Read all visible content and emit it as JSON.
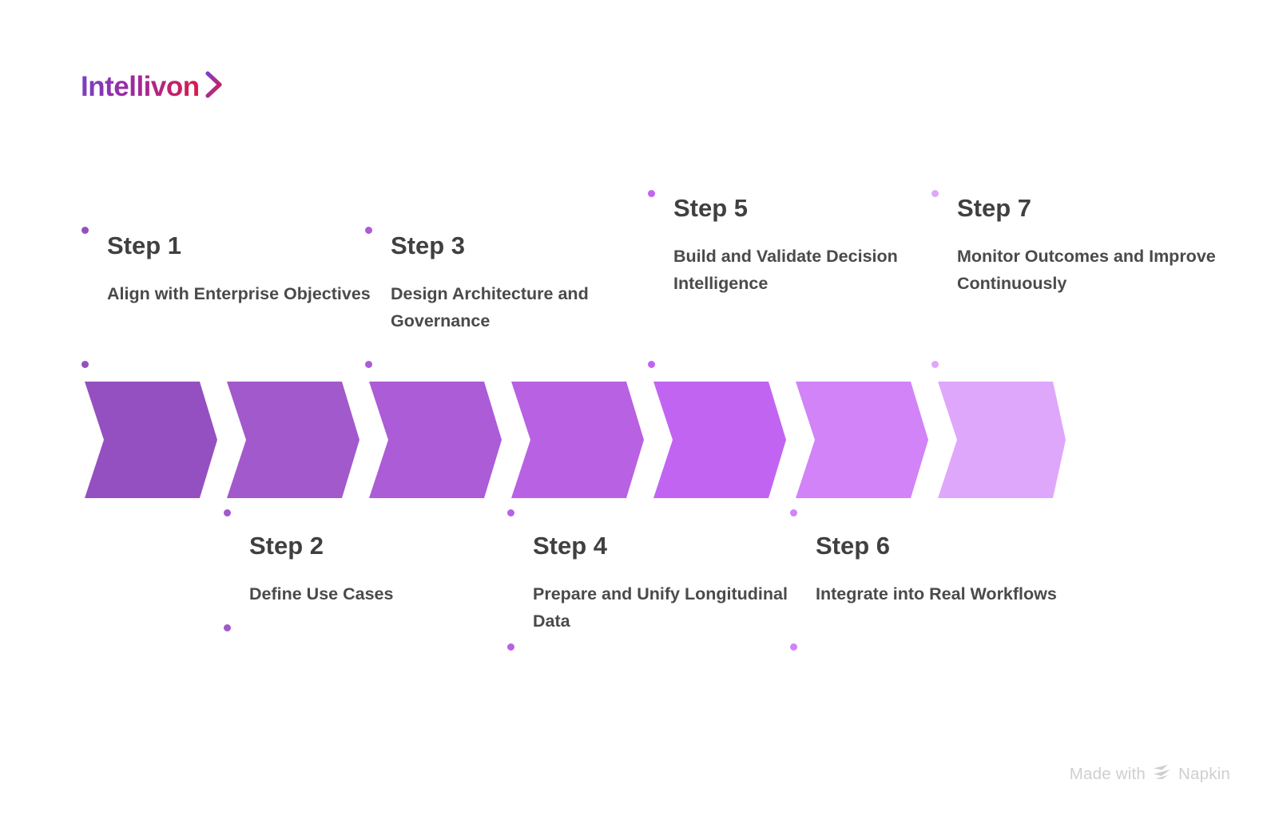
{
  "brand": {
    "name": "Intellivon",
    "logo_icon": "chevron-right-icon",
    "gradient_start": "#7b3fc4",
    "gradient_mid": "#9e2a9e",
    "gradient_end": "#d81b4a"
  },
  "diagram": {
    "type": "process-chevron-flow",
    "step_count": 7,
    "steps": [
      {
        "title": "Step 1",
        "description": "Align with Enterprise Objectives",
        "color": "#9450c0",
        "position": "above"
      },
      {
        "title": "Step 2",
        "description": "Define Use Cases",
        "color": "#a259cc",
        "position": "below"
      },
      {
        "title": "Step 3",
        "description": "Design Architecture and Governance",
        "color": "#ab5cd6",
        "position": "above"
      },
      {
        "title": "Step 4",
        "description": "Prepare and Unify Longitudinal Data",
        "color": "#b861e3",
        "position": "below"
      },
      {
        "title": "Step 5",
        "description": "Build and Validate Decision Intelligence",
        "color": "#c264f2",
        "position": "above"
      },
      {
        "title": "Step 6",
        "description": "Integrate into Real Workflows",
        "color": "#d183f7",
        "position": "below"
      },
      {
        "title": "Step 7",
        "description": "Monitor Outcomes and Improve Continuously",
        "color": "#dfa7fb",
        "position": "above"
      }
    ]
  },
  "footer": {
    "made_with_label": "Made with",
    "product_name": "Napkin",
    "mark_icon": "napkin-stack-icon"
  }
}
